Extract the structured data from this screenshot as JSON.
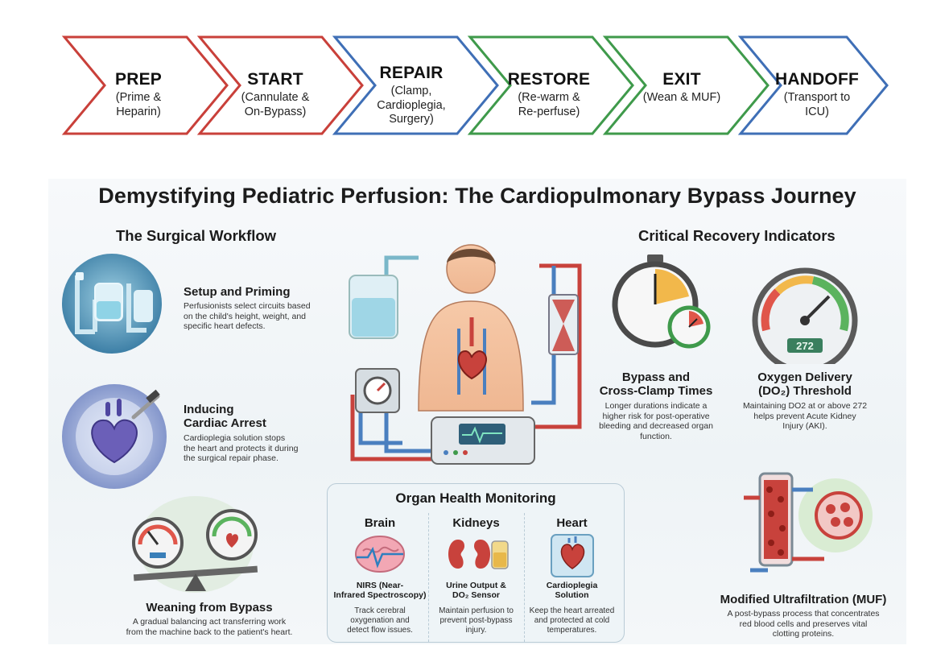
{
  "process_steps": [
    {
      "title": "PREP",
      "subtitle": "(Prime &\nHeparin)",
      "color": "#c9403a"
    },
    {
      "title": "START",
      "subtitle": "(Cannulate &\nOn-Bypass)",
      "color": "#c9403a"
    },
    {
      "title": "REPAIR",
      "subtitle": "(Clamp,\nCardioplegia,\nSurgery)",
      "color": "#3f6fb6"
    },
    {
      "title": "RESTORE",
      "subtitle": "(Re-warm &\nRe-perfuse)",
      "color": "#3f9a4b"
    },
    {
      "title": "EXIT",
      "subtitle": "(Wean & MUF)",
      "color": "#3f9a4b"
    },
    {
      "title": "HANDOFF",
      "subtitle": "(Transport to\nICU)",
      "color": "#3f6fb6"
    }
  ],
  "title": "Demystifying Pediatric Perfusion: The Cardiopulmonary Bypass Journey",
  "workflow": {
    "heading": "The Surgical Workflow",
    "steps": [
      {
        "title": "Setup and Priming",
        "text": "Perfusionists select circuits based\non the child's height, weight, and\nspecific heart defects.",
        "icon": "iv-bags-icon"
      },
      {
        "title": "Inducing\nCardiac Arrest",
        "text": "Cardioplegia solution stops\nthe heart and protects it during\nthe surgical repair phase.",
        "icon": "heart-syringe-icon"
      },
      {
        "title": "Weaning from Bypass",
        "text": "A gradual balancing act transferring work\nfrom the machine back to the patient's heart.",
        "icon": "balance-gauges-icon"
      }
    ]
  },
  "indicators": {
    "heading": "Critical Recovery Indicators",
    "items": [
      {
        "title": "Bypass and\nCross-Clamp Times",
        "text": "Longer durations indicate a\nhigher risk for post-operative\nbleeding and decreased organ\nfunction.",
        "icon": "stopwatch-icon"
      },
      {
        "title": "Oxygen Delivery\n(DO₂) Threshold",
        "text": "Maintaining DO2 at or above 272\nhelps prevent Acute Kidney\nInjury (AKI).",
        "icon": "gauge-icon",
        "gauge_value": "272"
      },
      {
        "title": "Modified Ultrafiltration (MUF)",
        "text": "A post-bypass process that concentrates\nred blood cells and preserves vital\nclotting proteins.",
        "icon": "filter-cells-icon"
      }
    ]
  },
  "organ_monitoring": {
    "heading": "Organ Health Monitoring",
    "columns": [
      {
        "organ": "Brain",
        "metric": "NIRS (Near-\nInfrared Spectroscopy)",
        "desc": "Track cerebral\noxygenation and\ndetect flow issues.",
        "icon": "brain-icon"
      },
      {
        "organ": "Kidneys",
        "metric": "Urine Output &\nDO₂ Sensor",
        "desc": "Maintain perfusion to\nprevent post-bypass\ninjury.",
        "icon": "kidneys-icon"
      },
      {
        "organ": "Heart",
        "metric": "Cardioplegia\nSolution",
        "desc": "Keep the heart arreated\nand protected at cold\ntemperatures.",
        "icon": "heart-icon"
      }
    ]
  },
  "colors": {
    "red": "#c9403a",
    "blue": "#3f6fb6",
    "green": "#3f9a4b",
    "tube_red": "#c8423c",
    "tube_blue": "#4a7fbf"
  }
}
